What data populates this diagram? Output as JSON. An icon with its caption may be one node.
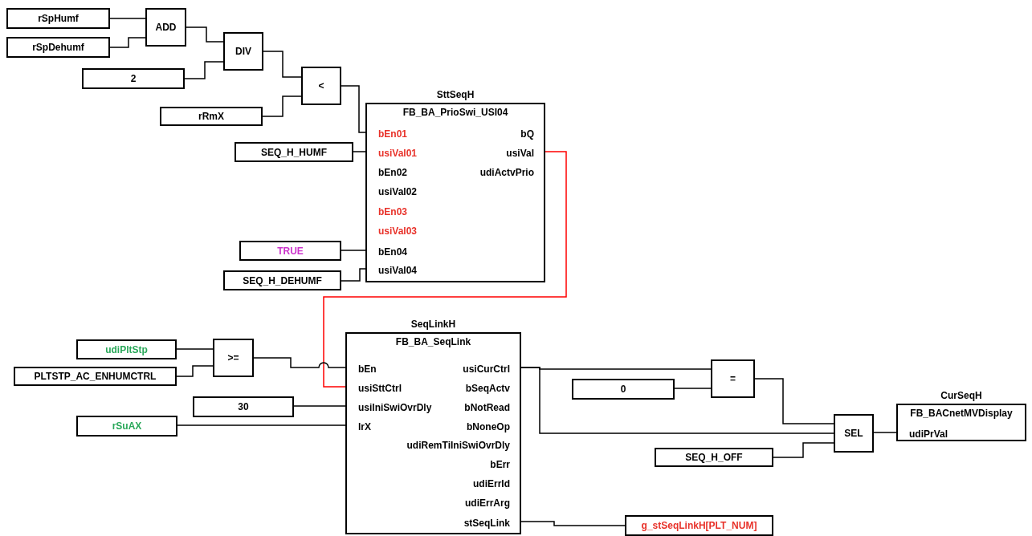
{
  "diagram": {
    "nodes": [
      {
        "text": [
          "rSpHumf"
        ]
      },
      {
        "text": [
          "rSpDehumf"
        ]
      },
      {
        "text": [
          "ADD"
        ]
      },
      {
        "text": [
          "DIV"
        ]
      },
      {
        "text": [
          "2"
        ]
      },
      {
        "text": [
          "<"
        ]
      },
      {
        "text": [
          "rRmX"
        ]
      },
      {
        "text": [
          "SttSeqH",
          "FB_BA_PrioSwi_USI04"
        ]
      },
      {
        "text": [
          "bEn01"
        ],
        "in": 7
      },
      {
        "text": [
          "usiVal01"
        ],
        "in": 7
      },
      {
        "text": [
          "bEn02"
        ],
        "in": 7
      },
      {
        "text": [
          "usiVal02"
        ],
        "in": 7
      },
      {
        "text": [
          "bEn03"
        ],
        "in": 7
      },
      {
        "text": [
          "usiVal03"
        ],
        "in": 7
      },
      {
        "text": [
          "bEn04"
        ],
        "in": 7
      },
      {
        "text": [
          "usiVal04"
        ],
        "in": 7
      },
      {
        "text": [
          "bQ"
        ],
        "in": 7
      },
      {
        "text": [
          "usiVal"
        ],
        "in": 7
      },
      {
        "text": [
          "udiActvPrio"
        ],
        "in": 7
      },
      {
        "text": [
          "SEQ_H_HUMF"
        ]
      },
      {
        "text": [
          "TRUE"
        ]
      },
      {
        "text": [
          "SEQ_H_DEHUMF"
        ]
      },
      {
        "text": [
          "SeqLinkH",
          "FB_BA_SeqLink"
        ]
      },
      {
        "text": [
          "bEn"
        ],
        "in": 22
      },
      {
        "text": [
          "usiSttCtrl"
        ],
        "in": 22
      },
      {
        "text": [
          "usiIniSwiOvrDly"
        ],
        "in": 22
      },
      {
        "text": [
          "lrX"
        ],
        "in": 22
      },
      {
        "text": [
          "usiCurCtrl"
        ],
        "in": 22
      },
      {
        "text": [
          "bSeqActv"
        ],
        "in": 22
      },
      {
        "text": [
          "bNotRead"
        ],
        "in": 22
      },
      {
        "text": [
          "bNoneOp"
        ],
        "in": 22
      },
      {
        "text": [
          "udiRemTiIniSwiOvrDly"
        ],
        "in": 22
      },
      {
        "text": [
          "bErr"
        ],
        "in": 22
      },
      {
        "text": [
          "udiErrId"
        ],
        "in": 22
      },
      {
        "text": [
          "udiErrArg"
        ],
        "in": 22
      },
      {
        "text": [
          "stSeqLink"
        ],
        "in": 22
      },
      {
        "text": [
          "udiPltStp"
        ]
      },
      {
        "text": [
          "PLTSTP_AC_ENHUMCTRL"
        ]
      },
      {
        "text": [
          ">="
        ]
      },
      {
        "text": [
          "30"
        ]
      },
      {
        "text": [
          "rSuAX"
        ]
      },
      {
        "text": [
          "="
        ]
      },
      {
        "text": [
          "0"
        ]
      },
      {
        "text": [
          "SEL"
        ]
      },
      {
        "text": [
          "SEQ_H_OFF"
        ]
      },
      {
        "text": [
          "CurSeqH",
          "FB_BACnetMVDisplay"
        ]
      },
      {
        "text": [
          "udiPrVal"
        ],
        "in": 45
      },
      {
        "text": [
          "g_stSeqLinkH[PLT_NUM]"
        ]
      }
    ],
    "edges": [
      {
        "from": 0,
        "to": 2,
        "arrow": "none"
      },
      {
        "from": 1,
        "to": 2,
        "arrow": "none"
      },
      {
        "from": 2,
        "to": 3,
        "arrow": "none"
      },
      {
        "from": 4,
        "to": 3,
        "arrow": "none"
      },
      {
        "from": 3,
        "to": 5,
        "arrow": "none"
      },
      {
        "from": 6,
        "to": 5,
        "arrow": "none"
      },
      {
        "from": 5,
        "to": 8,
        "arrow": "none"
      },
      {
        "from": 19,
        "to": 9,
        "arrow": "none"
      },
      {
        "from": 20,
        "to": 14,
        "arrow": "none"
      },
      {
        "from": 21,
        "to": 15,
        "arrow": "none"
      },
      {
        "from": 17,
        "to": 24,
        "arrow": "none",
        "color": "#ff0000"
      },
      {
        "from": 36,
        "to": 38,
        "arrow": "none"
      },
      {
        "from": 37,
        "to": 38,
        "arrow": "none"
      },
      {
        "from": 38,
        "to": 23,
        "arrow": "none"
      },
      {
        "from": 39,
        "to": 25,
        "arrow": "none"
      },
      {
        "from": 40,
        "to": 26,
        "arrow": "none"
      },
      {
        "from": 27,
        "to": 41,
        "arrow": "none"
      },
      {
        "from": 42,
        "to": 41,
        "arrow": "none"
      },
      {
        "from": 41,
        "to": 43,
        "arrow": "none"
      },
      {
        "from": 27,
        "to": 43,
        "arrow": "none"
      },
      {
        "from": 44,
        "to": 43,
        "arrow": "none"
      },
      {
        "from": 43,
        "to": 46,
        "arrow": "none"
      },
      {
        "from": 35,
        "to": 47,
        "arrow": "none"
      }
    ]
  }
}
